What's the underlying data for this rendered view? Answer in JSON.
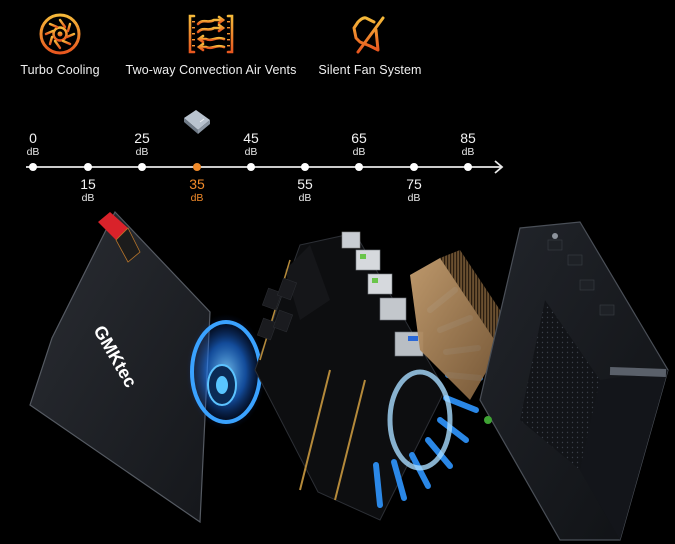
{
  "features": [
    {
      "label": "Turbo Cooling",
      "icon": "turbo-fan-icon"
    },
    {
      "label": "Two-way Convection Air Vents",
      "icon": "airflow-vents-icon"
    },
    {
      "label": "Silent Fan System",
      "icon": "speaker-muted-icon"
    }
  ],
  "noise_scale": {
    "unit": "dB",
    "current_level": "35",
    "ticks": [
      {
        "value": "0",
        "unit": "dB",
        "position": "up"
      },
      {
        "value": "15",
        "unit": "dB",
        "position": "down"
      },
      {
        "value": "25",
        "unit": "dB",
        "position": "up"
      },
      {
        "value": "35",
        "unit": "dB",
        "position": "down",
        "active": true
      },
      {
        "value": "45",
        "unit": "dB",
        "position": "up"
      },
      {
        "value": "55",
        "unit": "dB",
        "position": "down"
      },
      {
        "value": "65",
        "unit": "dB",
        "position": "up"
      },
      {
        "value": "75",
        "unit": "dB",
        "position": "down"
      },
      {
        "value": "85",
        "unit": "dB",
        "position": "up"
      }
    ]
  },
  "product": {
    "brand_logo": "GMKtec"
  },
  "colors": {
    "accent_orange": "#f08a2a",
    "icon_gradient_top": "#f5b93a",
    "icon_gradient_bottom": "#e8571f",
    "fan_glow_blue": "#2a8cff",
    "background": "#000000"
  }
}
